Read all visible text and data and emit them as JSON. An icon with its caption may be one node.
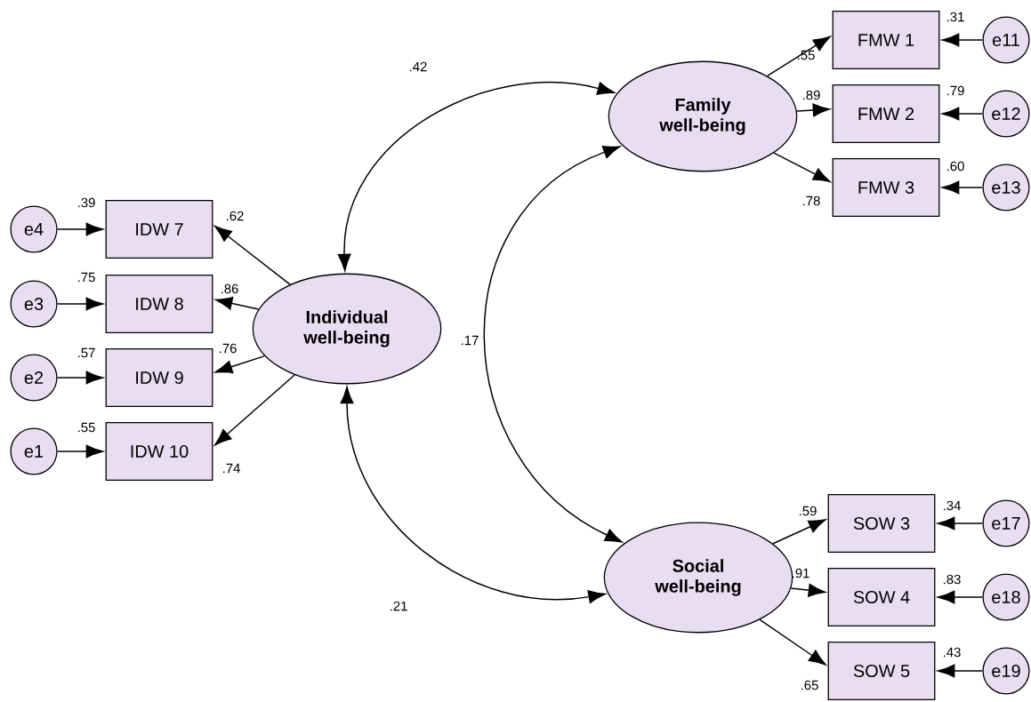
{
  "diagram": {
    "nodes": [
      {
        "text": [
          "Individual well-being"
        ]
      },
      {
        "text": [
          "Family well-being"
        ]
      },
      {
        "text": [
          "Social well-being"
        ]
      },
      {
        "text": [
          "IDW 7"
        ],
        "beside": [
          ".39"
        ]
      },
      {
        "text": [
          "IDW 8"
        ],
        "beside": [
          ".75"
        ]
      },
      {
        "text": [
          "IDW 9"
        ],
        "beside": [
          ".57"
        ]
      },
      {
        "text": [
          "IDW 10"
        ],
        "beside": [
          ".55"
        ]
      },
      {
        "text": [
          "FMW 1"
        ],
        "beside": [
          ".31"
        ]
      },
      {
        "text": [
          "FMW 2"
        ],
        "beside": [
          ".79"
        ]
      },
      {
        "text": [
          "FMW 3"
        ],
        "beside": [
          ".60"
        ]
      },
      {
        "text": [
          "SOW 3"
        ],
        "beside": [
          ".34"
        ]
      },
      {
        "text": [
          "SOW 4"
        ],
        "beside": [
          ".83"
        ]
      },
      {
        "text": [
          "SOW 5"
        ],
        "beside": [
          ".43"
        ]
      },
      {
        "text": [
          "e4"
        ]
      },
      {
        "text": [
          "e3"
        ]
      },
      {
        "text": [
          "e2"
        ]
      },
      {
        "text": [
          "e1"
        ]
      },
      {
        "text": [
          "e11"
        ]
      },
      {
        "text": [
          "e12"
        ]
      },
      {
        "text": [
          "e13"
        ]
      },
      {
        "text": [
          "e17"
        ]
      },
      {
        "text": [
          "e18"
        ]
      },
      {
        "text": [
          "e19"
        ]
      }
    ],
    "edges": [
      {
        "from": 0,
        "to": 1,
        "arrow": "both",
        "label": ".42"
      },
      {
        "from": 1,
        "to": 2,
        "arrow": "both",
        "label": ".17"
      },
      {
        "from": 0,
        "to": 2,
        "arrow": "both",
        "label": ".21"
      },
      {
        "from": 0,
        "to": 3,
        "arrow": "to",
        "label": ".62"
      },
      {
        "from": 0,
        "to": 4,
        "arrow": "to",
        "label": ".86"
      },
      {
        "from": 0,
        "to": 5,
        "arrow": "to",
        "label": ".76"
      },
      {
        "from": 0,
        "to": 6,
        "arrow": "to",
        "label": ".74"
      },
      {
        "from": 1,
        "to": 7,
        "arrow": "to",
        "label": ".55"
      },
      {
        "from": 1,
        "to": 8,
        "arrow": "to",
        "label": ".89"
      },
      {
        "from": 1,
        "to": 9,
        "arrow": "to",
        "label": ".78"
      },
      {
        "from": 2,
        "to": 10,
        "arrow": "to",
        "label": ".59"
      },
      {
        "from": 2,
        "to": 11,
        "arrow": "to",
        "label": ".91"
      },
      {
        "from": 2,
        "to": 12,
        "arrow": "to",
        "label": ".65"
      },
      {
        "from": 13,
        "to": 3,
        "arrow": "to"
      },
      {
        "from": 14,
        "to": 4,
        "arrow": "to"
      },
      {
        "from": 15,
        "to": 5,
        "arrow": "to"
      },
      {
        "from": 16,
        "to": 6,
        "arrow": "to"
      },
      {
        "from": 17,
        "to": 7,
        "arrow": "to"
      },
      {
        "from": 18,
        "to": 8,
        "arrow": "to"
      },
      {
        "from": 19,
        "to": 9,
        "arrow": "to"
      },
      {
        "from": 20,
        "to": 10,
        "arrow": "to"
      },
      {
        "from": 21,
        "to": 11,
        "arrow": "to"
      },
      {
        "from": 22,
        "to": 12,
        "arrow": "to"
      }
    ]
  }
}
